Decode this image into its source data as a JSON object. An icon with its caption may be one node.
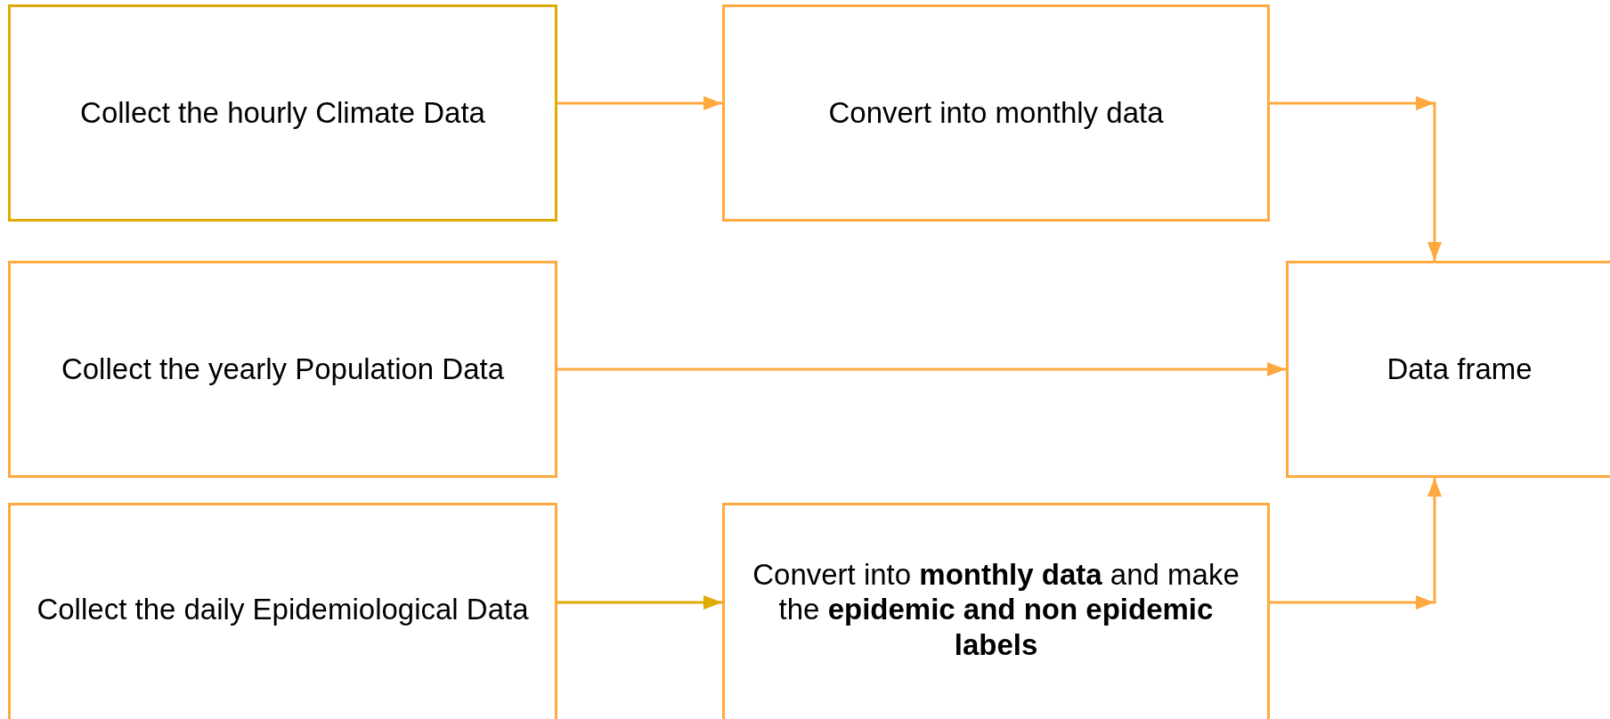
{
  "diagram": {
    "nodes": [
      {
        "text": [
          "Collect the hourly Climate Data"
        ]
      },
      {
        "text": [
          "Convert into monthly data"
        ]
      },
      {
        "text": [
          "Collect the yearly Population Data"
        ]
      },
      {
        "text": [
          "Data frame"
        ]
      },
      {
        "text": [
          "Collect the daily Epidemiological Data"
        ]
      },
      {
        "text": [
          "Convert into **monthly data** and make the **epidemic and non epidemic labels**"
        ]
      }
    ],
    "edges": [
      {
        "from": 0,
        "to": 1,
        "arrow": "to"
      },
      {
        "from": 1,
        "to": 3,
        "arrow": "to"
      },
      {
        "from": 2,
        "to": 3,
        "arrow": "to"
      },
      {
        "from": 4,
        "to": 5,
        "arrow": "to",
        "color": "#e0aa00"
      },
      {
        "from": 5,
        "to": 3,
        "arrow": "to"
      }
    ]
  }
}
